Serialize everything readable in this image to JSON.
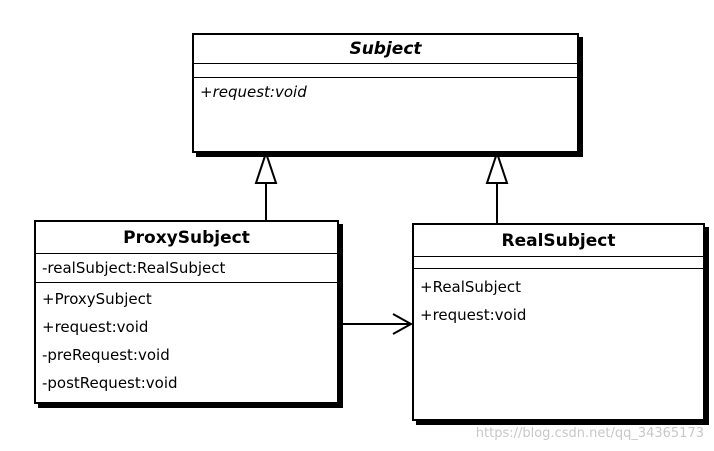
{
  "classes": {
    "subject": {
      "name": "Subject",
      "attributes": [],
      "operations": [
        "+request:void"
      ]
    },
    "proxy_subject": {
      "name": "ProxySubject",
      "attributes": [
        "-realSubject:RealSubject"
      ],
      "operations": [
        "+ProxySubject",
        "+request:void",
        "-preRequest:void",
        "-postRequest:void"
      ]
    },
    "real_subject": {
      "name": "RealSubject",
      "attributes": [],
      "operations": [
        "+RealSubject",
        "+request:void"
      ]
    }
  },
  "relationships": [
    {
      "type": "generalization",
      "from": "ProxySubject",
      "to": "Subject"
    },
    {
      "type": "generalization",
      "from": "RealSubject",
      "to": "Subject"
    },
    {
      "type": "association",
      "from": "ProxySubject",
      "to": "RealSubject"
    }
  ],
  "watermark": "https://blog.csdn.net/qq_34365173"
}
